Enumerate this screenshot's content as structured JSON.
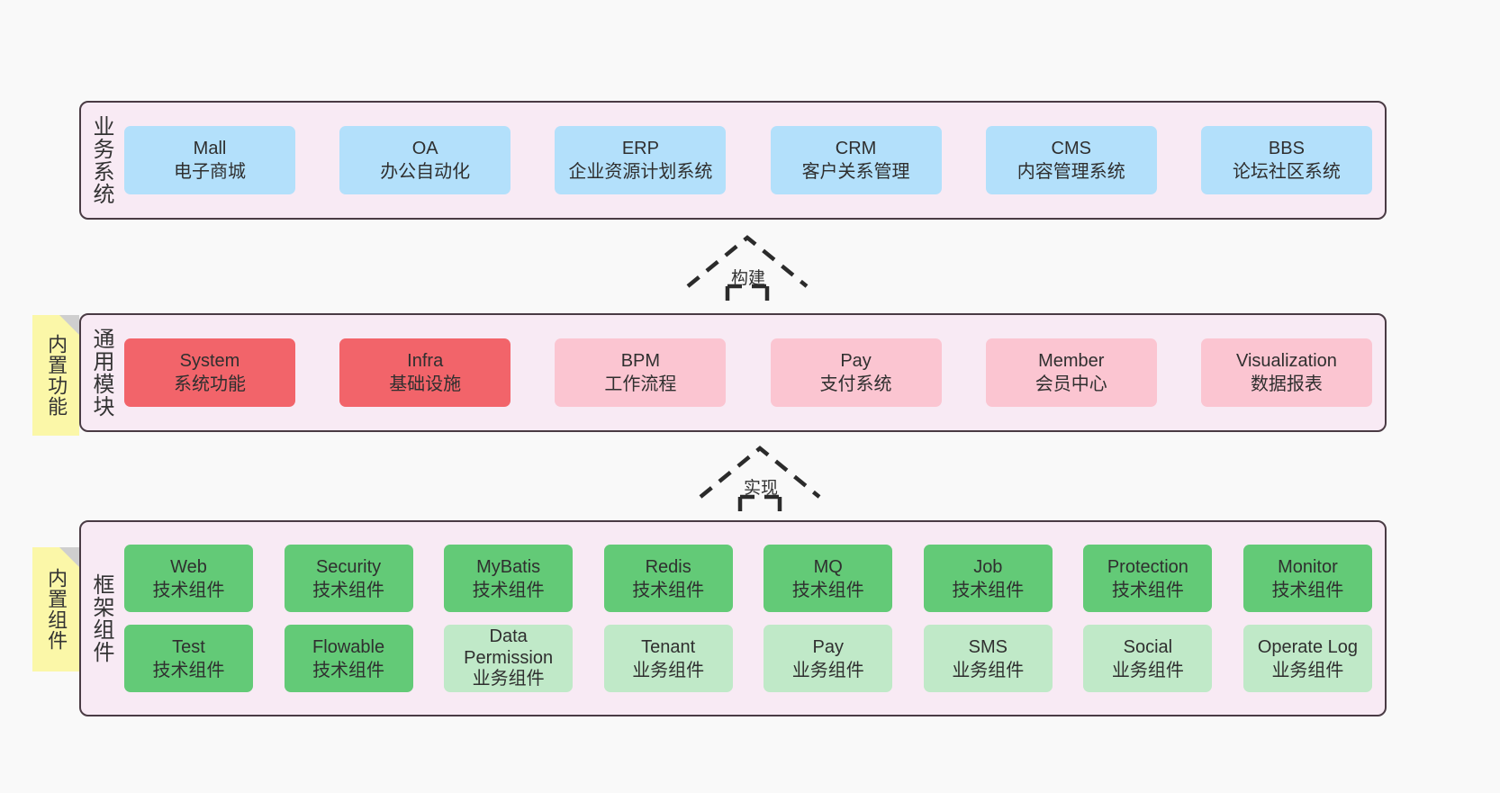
{
  "diagram": {
    "background_color": "#f9f9f9",
    "layer_fill": "#f8eaf4",
    "layer_border": "#4a3b44",
    "note_color": "#fbf7a8"
  },
  "notes": [
    {
      "id": "builtin-function",
      "text": "内置功能"
    },
    {
      "id": "builtin-component",
      "text": "内置组件"
    }
  ],
  "arrows": [
    {
      "id": "build",
      "label": "构建"
    },
    {
      "id": "implement",
      "label": "实现"
    }
  ],
  "layers": [
    {
      "id": "business-system",
      "title": "业务系统",
      "accent": "#b3e0fb",
      "rows": [
        {
          "cards": [
            {
              "name": "Mall",
              "sub": "电子商城",
              "style": "c-blue"
            },
            {
              "name": "OA",
              "sub": "办公自动化",
              "style": "c-blue"
            },
            {
              "name": "ERP",
              "sub": "企业资源计划系统",
              "style": "c-blue"
            },
            {
              "name": "CRM",
              "sub": "客户关系管理",
              "style": "c-blue"
            },
            {
              "name": "CMS",
              "sub": "内容管理系统",
              "style": "c-blue"
            },
            {
              "name": "BBS",
              "sub": "论坛社区系统",
              "style": "c-blue"
            }
          ]
        }
      ]
    },
    {
      "id": "common-module",
      "title": "通用模块",
      "accent": "#f2646a",
      "rows": [
        {
          "cards": [
            {
              "name": "System",
              "sub": "系统功能",
              "style": "c-red"
            },
            {
              "name": "Infra",
              "sub": "基础设施",
              "style": "c-red"
            },
            {
              "name": "BPM",
              "sub": "工作流程",
              "style": "c-pink"
            },
            {
              "name": "Pay",
              "sub": "支付系统",
              "style": "c-pink"
            },
            {
              "name": "Member",
              "sub": "会员中心",
              "style": "c-pink"
            },
            {
              "name": "Visualization",
              "sub": "数据报表",
              "style": "c-pink"
            }
          ]
        }
      ]
    },
    {
      "id": "framework-component",
      "title": "框架组件",
      "accent": "#63ca77",
      "rows": [
        {
          "cards": [
            {
              "name": "Web",
              "sub": "技术组件",
              "style": "c-green"
            },
            {
              "name": "Security",
              "sub": "技术组件",
              "style": "c-green"
            },
            {
              "name": "MyBatis",
              "sub": "技术组件",
              "style": "c-green"
            },
            {
              "name": "Redis",
              "sub": "技术组件",
              "style": "c-green"
            },
            {
              "name": "MQ",
              "sub": "技术组件",
              "style": "c-green"
            },
            {
              "name": "Job",
              "sub": "技术组件",
              "style": "c-green"
            },
            {
              "name": "Protection",
              "sub": "技术组件",
              "style": "c-green"
            },
            {
              "name": "Monitor",
              "sub": "技术组件",
              "style": "c-green"
            }
          ]
        },
        {
          "cards": [
            {
              "name": "Test",
              "sub": "技术组件",
              "style": "c-green"
            },
            {
              "name": "Flowable",
              "sub": "技术组件",
              "style": "c-green"
            },
            {
              "name": "Data Permission",
              "sub": "业务组件",
              "style": "c-lightgreen",
              "wrap": true
            },
            {
              "name": "Tenant",
              "sub": "业务组件",
              "style": "c-lightgreen"
            },
            {
              "name": "Pay",
              "sub": "业务组件",
              "style": "c-lightgreen"
            },
            {
              "name": "SMS",
              "sub": "业务组件",
              "style": "c-lightgreen"
            },
            {
              "name": "Social",
              "sub": "业务组件",
              "style": "c-lightgreen"
            },
            {
              "name": "Operate Log",
              "sub": "业务组件",
              "style": "c-lightgreen"
            }
          ]
        }
      ]
    }
  ]
}
